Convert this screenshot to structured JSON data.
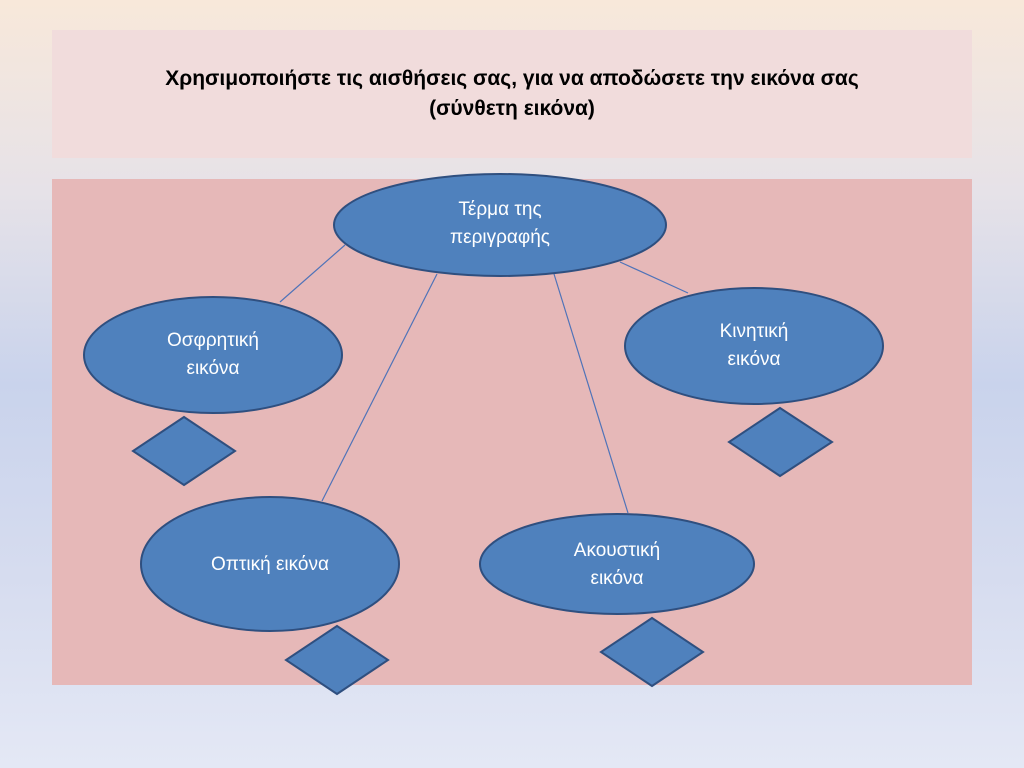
{
  "title": "Χρησιμοποιήστε τις αισθήσεις σας, για να αποδώσετε την εικόνα σας\n(σύνθετη εικόνα)",
  "colors": {
    "node_fill": "#4f81bd",
    "node_stroke": "#2f4f7f",
    "connector": "#4f73b8",
    "panel": "#e6b8b8",
    "title_box": "#f1dcdc"
  },
  "diagram": {
    "center_node": {
      "label": "Τέρμα  της\nπεριγραφής"
    },
    "nodes": [
      {
        "id": "smell",
        "label": "Οσφρητική\nεικόνα"
      },
      {
        "id": "kinetic",
        "label": "Κινητική\nεικόνα"
      },
      {
        "id": "visual",
        "label": "Οπτική εικόνα"
      },
      {
        "id": "auditory",
        "label": "Ακουστική\nεικόνα"
      }
    ]
  }
}
